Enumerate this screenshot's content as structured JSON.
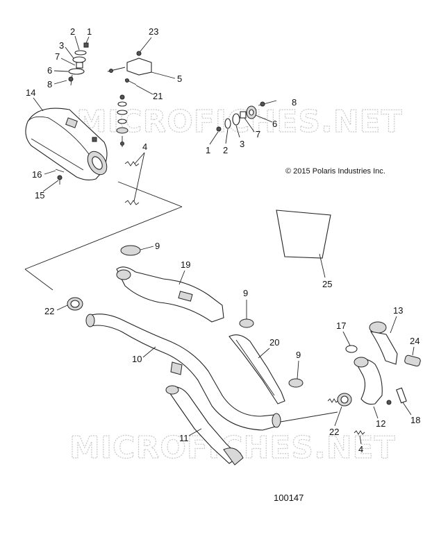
{
  "watermark": "MICROFICHES.NET",
  "copyright": "© 2015 Polaris Industries Inc.",
  "drawing_number": "100147",
  "callouts": {
    "c2a": "2",
    "c1a": "1",
    "c3a": "3",
    "c7a": "7",
    "c6a": "6",
    "c8a": "8",
    "c23": "23",
    "c5": "5",
    "c21": "21",
    "c14": "14",
    "c4a": "4",
    "c16": "16",
    "c15": "15",
    "c8b": "8",
    "c6b": "6",
    "c7b": "7",
    "c1b": "1",
    "c2b": "2",
    "c3b": "3",
    "c9a": "9",
    "c19": "19",
    "c22a": "22",
    "c9b": "9",
    "c25": "25",
    "c10": "10",
    "c20": "20",
    "c9c": "9",
    "c17": "17",
    "c13": "13",
    "c24": "24",
    "c11": "11",
    "c22b": "22",
    "c12": "12",
    "c18": "18",
    "c4b": "4"
  }
}
